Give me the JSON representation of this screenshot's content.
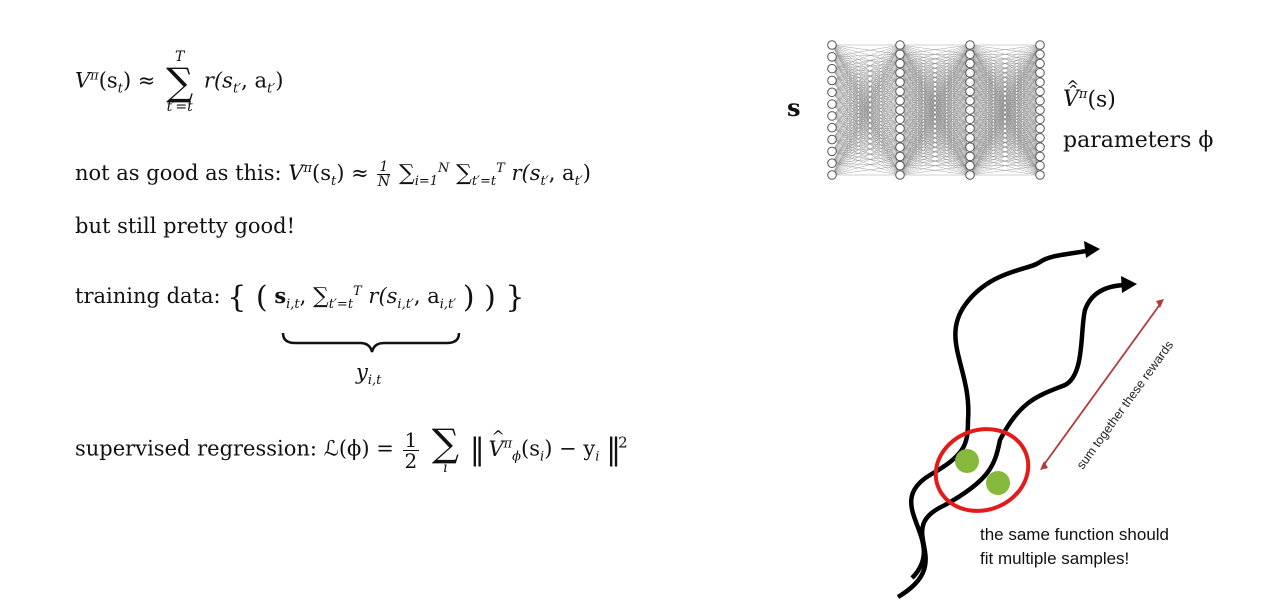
{
  "eq1": {
    "lhs": "V",
    "lhs_sup": "π",
    "lhs_arg": "(s",
    "lhs_sub": "t",
    "approx": ") ≈",
    "sum_top": "T",
    "sum_bottom": "t′=t",
    "rhs": "r(s",
    "rhs_sub": "t′",
    "rhs_mid": ", a",
    "rhs_sub2": "t′",
    "rhs_end": ")"
  },
  "line2": {
    "text": "not as good as this:",
    "formula_lhs": "V",
    "formula_sup": "π",
    "formula_arg": "(s",
    "formula_sub": "t",
    "formula_approx": ") ≈",
    "frac_num": "1",
    "frac_den": "N",
    "sum1": "∑",
    "sum1_sub": "i=1",
    "sum1_sup": "N",
    "sum2": "∑",
    "sum2_sub": "t′=t",
    "sum2_sup": "T",
    "tail": "r(s",
    "tail_sub": "t′",
    "tail_mid": ", a",
    "tail_sub2": "t′",
    "tail_end": ")"
  },
  "line3": {
    "text": "but still pretty good!"
  },
  "line4": {
    "text": "training data:",
    "open": "{ (",
    "s": "s",
    "s_sub": "i,t",
    "comma": ",",
    "sum": "∑",
    "sum_sub": "t′=t",
    "sum_sup": "T",
    "r": "r(s",
    "r_sub": "i,t′",
    "r_mid": ", a",
    "r_sub2": "i,t′",
    "close": ") ) }",
    "brace_label": "y",
    "brace_label_sub": "i,t"
  },
  "line5": {
    "text": "supervised regression:",
    "L": "ℒ(ϕ) =",
    "frac_num": "1",
    "frac_den": "2",
    "sum": "∑",
    "sum_sub": "i",
    "norm_open": "‖",
    "V": "V",
    "V_sub": "ϕ",
    "V_sup": "π",
    "arg": "(s",
    "arg_sub": "i",
    "minus": ") − y",
    "y_sub": "i",
    "norm_close": "‖",
    "power": "2"
  },
  "network": {
    "input_label": "s",
    "output_label": "V̂",
    "output_sup": "π",
    "output_arg": "(s)",
    "params_label": "parameters ϕ"
  },
  "trajectory": {
    "arrow_label": "sum together these rewards",
    "caption_line1": "the same function should",
    "caption_line2": "fit multiple samples!",
    "accent_red": "#e41b1b",
    "arrow_red": "#b23a3a",
    "dot_green": "#86b83c"
  }
}
